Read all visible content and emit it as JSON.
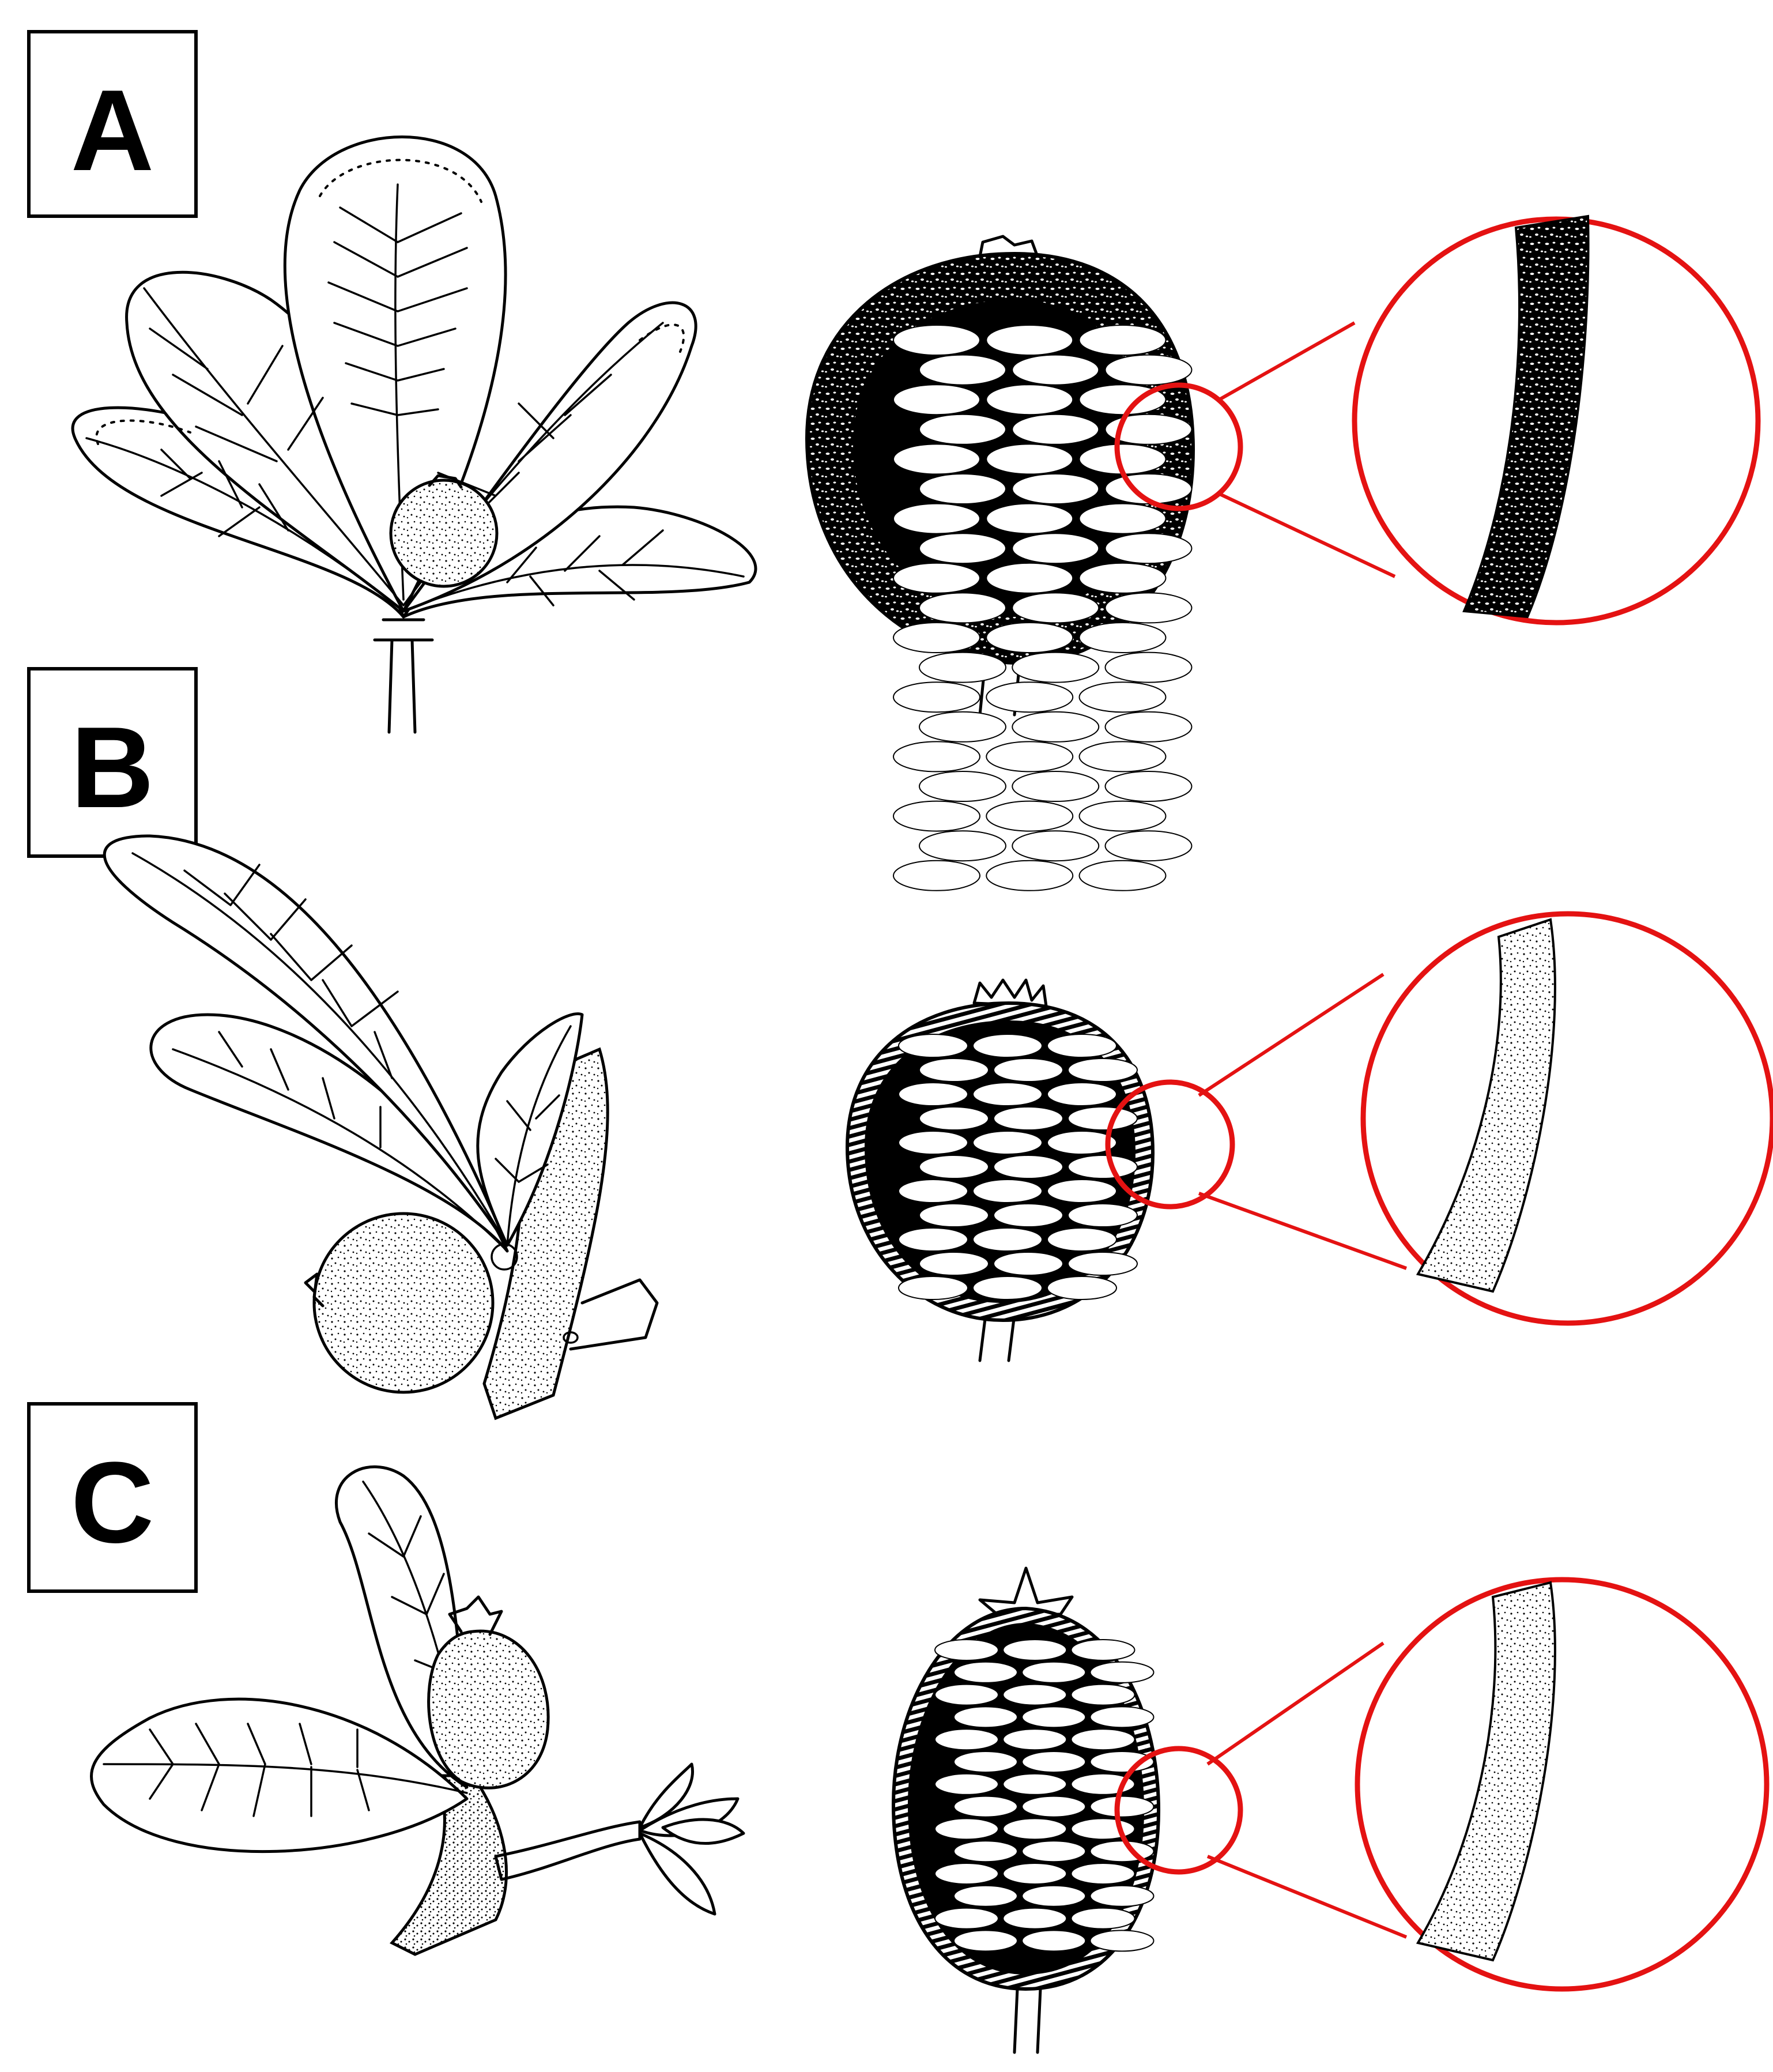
{
  "panels": [
    {
      "id": "A",
      "label": "A",
      "pericarp": "granular-dark"
    },
    {
      "id": "B",
      "label": "B",
      "pericarp": "stippled-light"
    },
    {
      "id": "C",
      "label": "C",
      "pericarp": "stippled-light"
    }
  ],
  "colors": {
    "ink": "#000000",
    "highlight": "#e41212",
    "paper": "#ffffff"
  }
}
